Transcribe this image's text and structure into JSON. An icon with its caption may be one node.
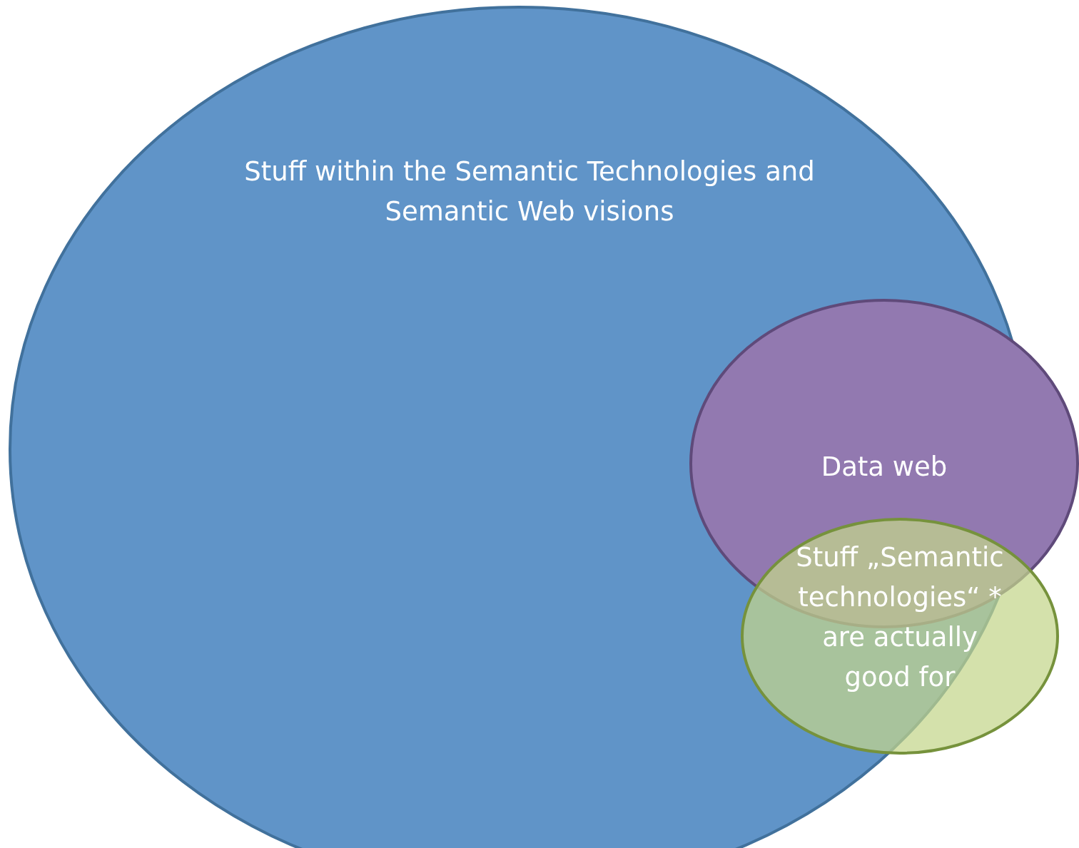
{
  "diagram": {
    "nodes": [
      {
        "text": [
          "Stuff within the Semantic Technologies and Semantic Web visions"
        ]
      },
      {
        "text": [
          "Data web"
        ]
      },
      {
        "text": [
          "Stuff „Semantic technologies“ * are actually good for"
        ]
      }
    ]
  }
}
